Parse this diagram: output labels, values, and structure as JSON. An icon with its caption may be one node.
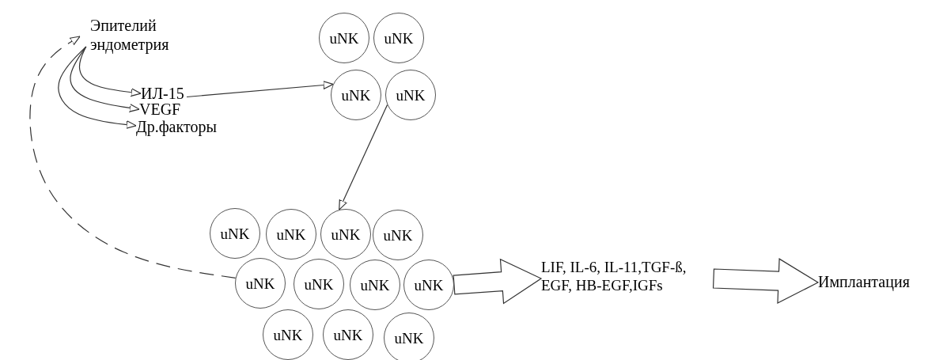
{
  "diagram": {
    "nodes": [
      {
        "text": [
          "Эпителий эндометрия"
        ]
      },
      {
        "text": [
          "ИЛ-15"
        ]
      },
      {
        "text": [
          "VEGF"
        ]
      },
      {
        "text": [
          "Др.факторы"
        ]
      },
      {
        "text": [
          "uNK"
        ]
      },
      {
        "text": [
          "uNK"
        ]
      },
      {
        "text": [
          "uNK"
        ]
      },
      {
        "text": [
          "uNK"
        ]
      },
      {
        "text": [
          "uNK"
        ]
      },
      {
        "text": [
          "uNK"
        ]
      },
      {
        "text": [
          "uNK"
        ]
      },
      {
        "text": [
          "uNK"
        ]
      },
      {
        "text": [
          "uNK"
        ]
      },
      {
        "text": [
          "uNK"
        ]
      },
      {
        "text": [
          "uNK"
        ]
      },
      {
        "text": [
          "uNK"
        ]
      },
      {
        "text": [
          "uNK"
        ]
      },
      {
        "text": [
          "uNK"
        ]
      },
      {
        "text": [
          "uNK"
        ]
      },
      {
        "text": [
          "LIF, IL-6, IL-11,TGF-ß, EGF, HB-EGF,IGFs"
        ]
      },
      {
        "text": [
          "Имплантация"
        ]
      }
    ],
    "edges": [
      {
        "from": 0,
        "to": 1,
        "arrow": "to"
      },
      {
        "from": 0,
        "to": 2,
        "arrow": "to"
      },
      {
        "from": 0,
        "to": 3,
        "arrow": "to"
      },
      {
        "from": 1,
        "to": 6,
        "arrow": "to"
      },
      {
        "from": 7,
        "to": 10,
        "arrow": "to"
      },
      {
        "from": 12,
        "to": 0,
        "arrow": "to",
        "style": "dashed"
      },
      {
        "from": 15,
        "to": 19,
        "arrow": "to",
        "style": "thick"
      },
      {
        "from": 19,
        "to": 20,
        "arrow": "to",
        "style": "thick"
      }
    ]
  }
}
